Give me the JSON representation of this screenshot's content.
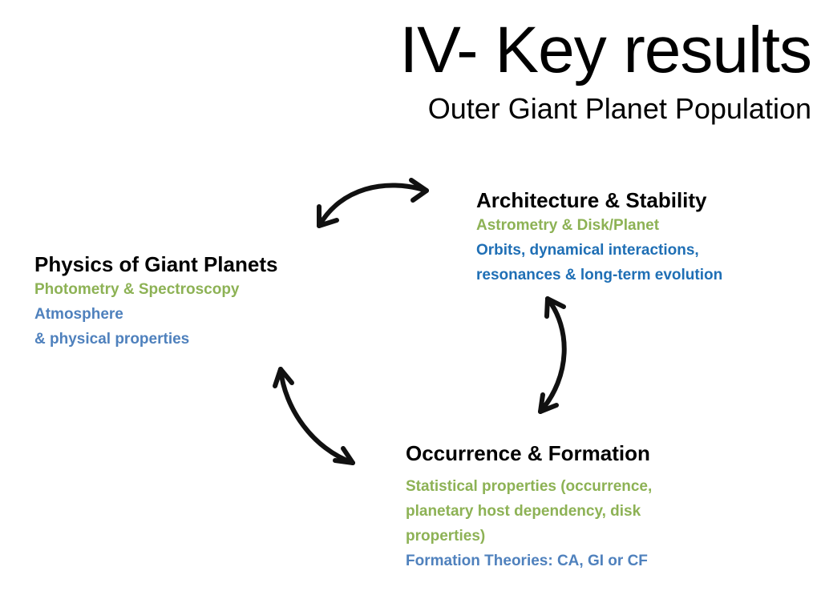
{
  "slide": {
    "title": "IV- Key results",
    "subtitle": "Outer Giant Planet Population"
  },
  "architecture": {
    "heading": "Architecture & Stability",
    "line1": "Astrometry & Disk/Planet",
    "line2": "Orbits, dynamical interactions,",
    "line3": "resonances & long-term evolution"
  },
  "physics": {
    "heading": "Physics of Giant Planets",
    "line1": "Photometry & Spectroscopy",
    "line2": "Atmosphere",
    "line3": "& physical properties"
  },
  "occurrence": {
    "heading": "Occurrence & Formation",
    "line1": "Statistical properties (occurrence,",
    "line2": "planetary host dependency, disk",
    "line3": "properties)",
    "line4": "Formation Theories: CA, GI or CF"
  },
  "colors": {
    "green_text": "#8db255",
    "blue_text": "#1f6fb5",
    "light_blue_text": "#4f81bd",
    "arrow": "#111111"
  }
}
